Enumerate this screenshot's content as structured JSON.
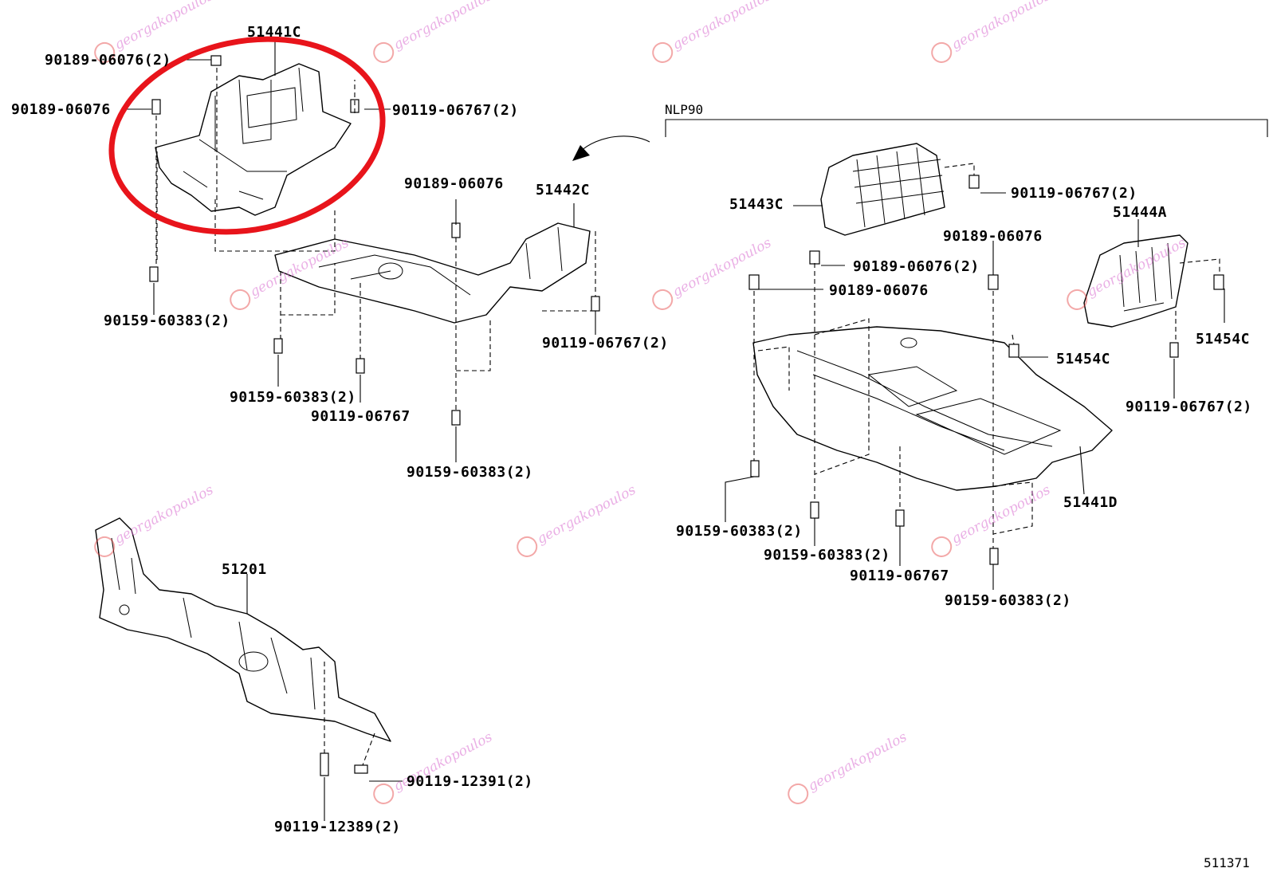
{
  "header": {
    "variant_label": "NLP90"
  },
  "callouts": {
    "c51441c": "51441C",
    "c9018906076_2_top": "90189-06076(2)",
    "c9018906076_left": "90189-06076",
    "c9011906767_2_top": "90119-06767(2)",
    "c9015960383_2_left": "90159-60383(2)",
    "c9018906076_mid": "90189-06076",
    "c51442c": "51442C",
    "c9011906767_2_mid": "90119-06767(2)",
    "c9015960383_2_mid": "90159-60383(2)",
    "c9011906767_mid": "90119-06767",
    "c9015960383_2_bottom": "90159-60383(2)",
    "c51201": "51201",
    "c9011912391_2": "90119-12391(2)",
    "c9011912389_2": "90119-12389(2)",
    "c51443c": "51443C",
    "c9011906767_2_right": "90119-06767(2)",
    "c9018906076_right": "90189-06076",
    "c51444a": "51444A",
    "c9018906076_2_right": "90189-06076(2)",
    "c9018906076_right2": "90189-06076",
    "c51454c_right": "51454C",
    "c51454c_mid": "51454C",
    "c9011906767_2_farright": "90119-06767(2)",
    "c51441d": "51441D",
    "c9015960383_2_r1": "90159-60383(2)",
    "c9015960383_2_r2": "90159-60383(2)",
    "c9011906767_r": "90119-06767",
    "c9015960383_2_r3": "90159-60383(2)"
  },
  "footer": {
    "figure_number": "511371"
  },
  "watermark": {
    "text": "georgakopoulos"
  },
  "highlight": {
    "color": "#e8141b"
  }
}
